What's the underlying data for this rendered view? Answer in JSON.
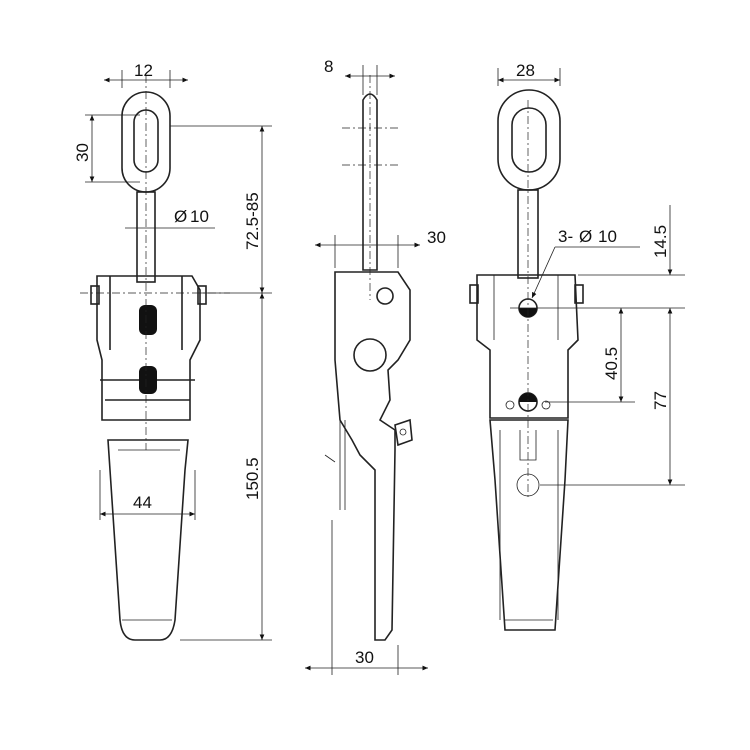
{
  "title": "Toggle latch technical drawing",
  "views": {
    "front": {
      "dims": {
        "width_top": "12",
        "loop_height": "30",
        "rod_dia": "10",
        "reach": "72.5-85",
        "body_length": "150.5",
        "handle_width": "44"
      }
    },
    "side": {
      "dims": {
        "rod_thickness": "8",
        "head_offset": "30",
        "base_width": "30"
      }
    },
    "rear": {
      "dims": {
        "loop_width": "28",
        "holes": "3-",
        "hole_dia": "10",
        "top_offset": "14.5",
        "hole_spacing": "40.5",
        "total_spacing": "77"
      }
    }
  },
  "symbols": {
    "diameter": "Ø"
  }
}
